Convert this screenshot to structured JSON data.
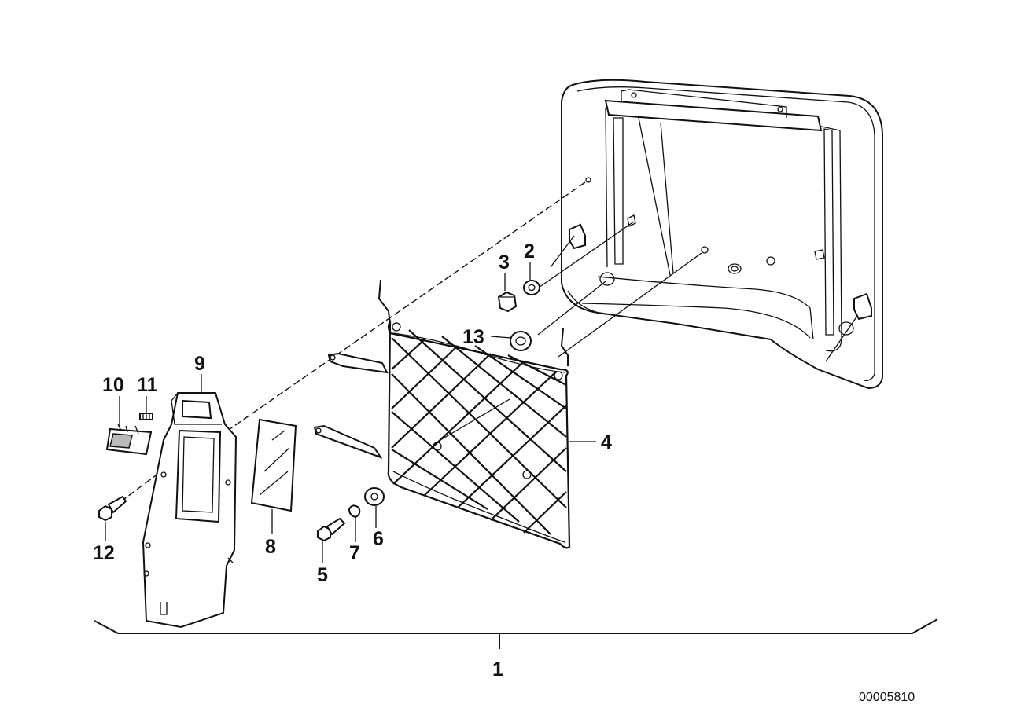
{
  "diagram": {
    "callouts": [
      {
        "id": "label-1",
        "text": "1"
      },
      {
        "id": "label-2",
        "text": "2"
      },
      {
        "id": "label-3",
        "text": "3"
      },
      {
        "id": "label-4",
        "text": "4"
      },
      {
        "id": "label-5",
        "text": "5"
      },
      {
        "id": "label-6",
        "text": "6"
      },
      {
        "id": "label-7",
        "text": "7"
      },
      {
        "id": "label-8",
        "text": "8"
      },
      {
        "id": "label-9",
        "text": "9"
      },
      {
        "id": "label-10",
        "text": "10"
      },
      {
        "id": "label-11",
        "text": "11"
      },
      {
        "id": "label-12",
        "text": "12"
      },
      {
        "id": "label-13",
        "text": "13"
      }
    ],
    "diagram_number": "00005810"
  }
}
